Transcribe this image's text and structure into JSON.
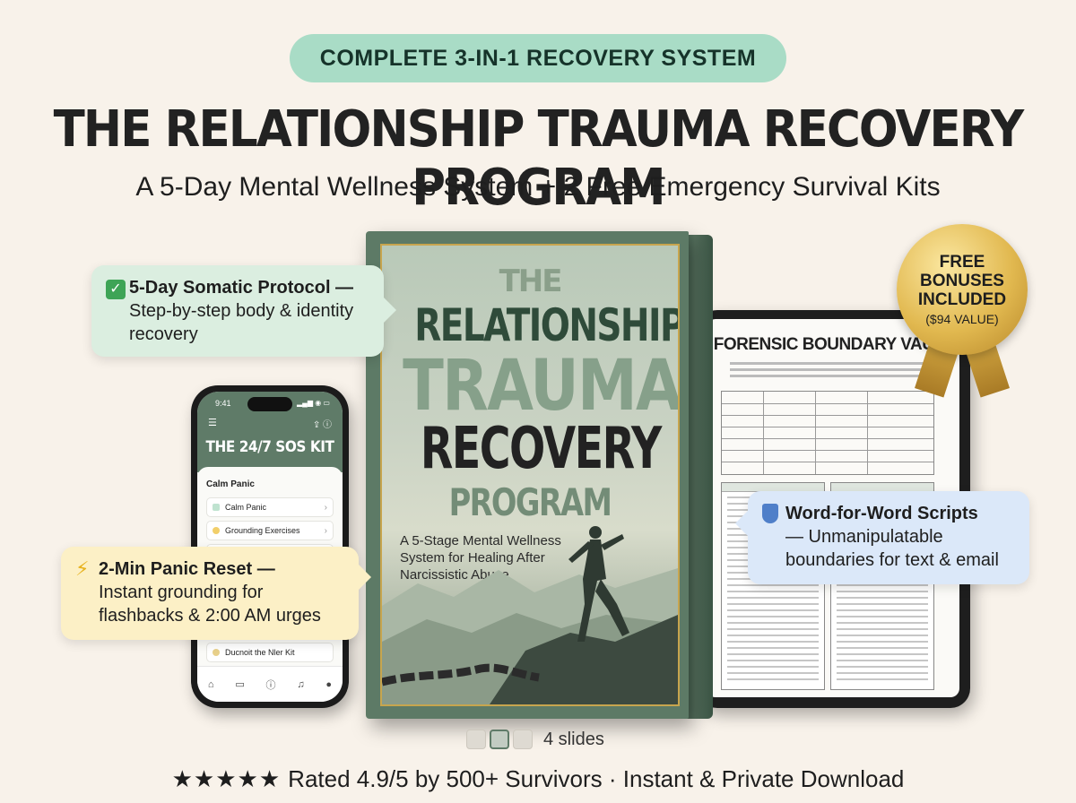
{
  "banner": {
    "label": "COMPLETE 3-IN-1 RECOVERY SYSTEM"
  },
  "headline": {
    "title": "THE RELATIONSHIP TRAUMA RECOVERY PROGRAM",
    "subtitle": "A 5-Day Mental Wellness System + 2 Free Emergency Survival Kits"
  },
  "book": {
    "line1": "THE",
    "line2": "RELATIONSHIP",
    "line3": "TRAUMA",
    "line4": "RECOVERY",
    "line5": "PROGRAM",
    "tagline": "A 5-Stage Mental Wellness System for Healing After Narcissistic Abuse",
    "colors": {
      "cover": "#5d7a66",
      "gold": "#c7a54e"
    }
  },
  "tablet": {
    "title": "FORENSIC BOUNDARY VAULT"
  },
  "medal": {
    "line1": "FREE",
    "line2": "BONUSES",
    "line3": "INCLUDED",
    "value": "($94 VALUE)"
  },
  "phone": {
    "time": "9:41",
    "title": "THE 24/7 SOS KIT",
    "section": "Calm Panic",
    "rows": [
      {
        "label": "Calm Panic",
        "color": "#bfe3d0"
      },
      {
        "label": "Grounding Exercises",
        "color": "#f2cf6a"
      }
    ],
    "bottom_row": {
      "label": "Ducnoit the Nler Kit",
      "color": "#e8d08a"
    }
  },
  "callouts": {
    "somatic": {
      "icon": "check-icon",
      "title": "5-Day Somatic Protocol —",
      "body": "Step-by-step body & identity recovery"
    },
    "panic": {
      "icon": "lightning-icon",
      "title": "2-Min Panic Reset —",
      "body": "Instant grounding for flashbacks & 2:00 AM urges"
    },
    "scripts": {
      "icon": "shield-icon",
      "title": "Word-for-Word Scripts",
      "body": "— Unmanipulatable boundaries for text & email"
    }
  },
  "slides": {
    "count_label": "4 slides",
    "active_index": 1
  },
  "footer": {
    "stars": "★★★★★",
    "text": "Rated 4.9/5 by 500+ Survivors · Instant & Private Download"
  }
}
